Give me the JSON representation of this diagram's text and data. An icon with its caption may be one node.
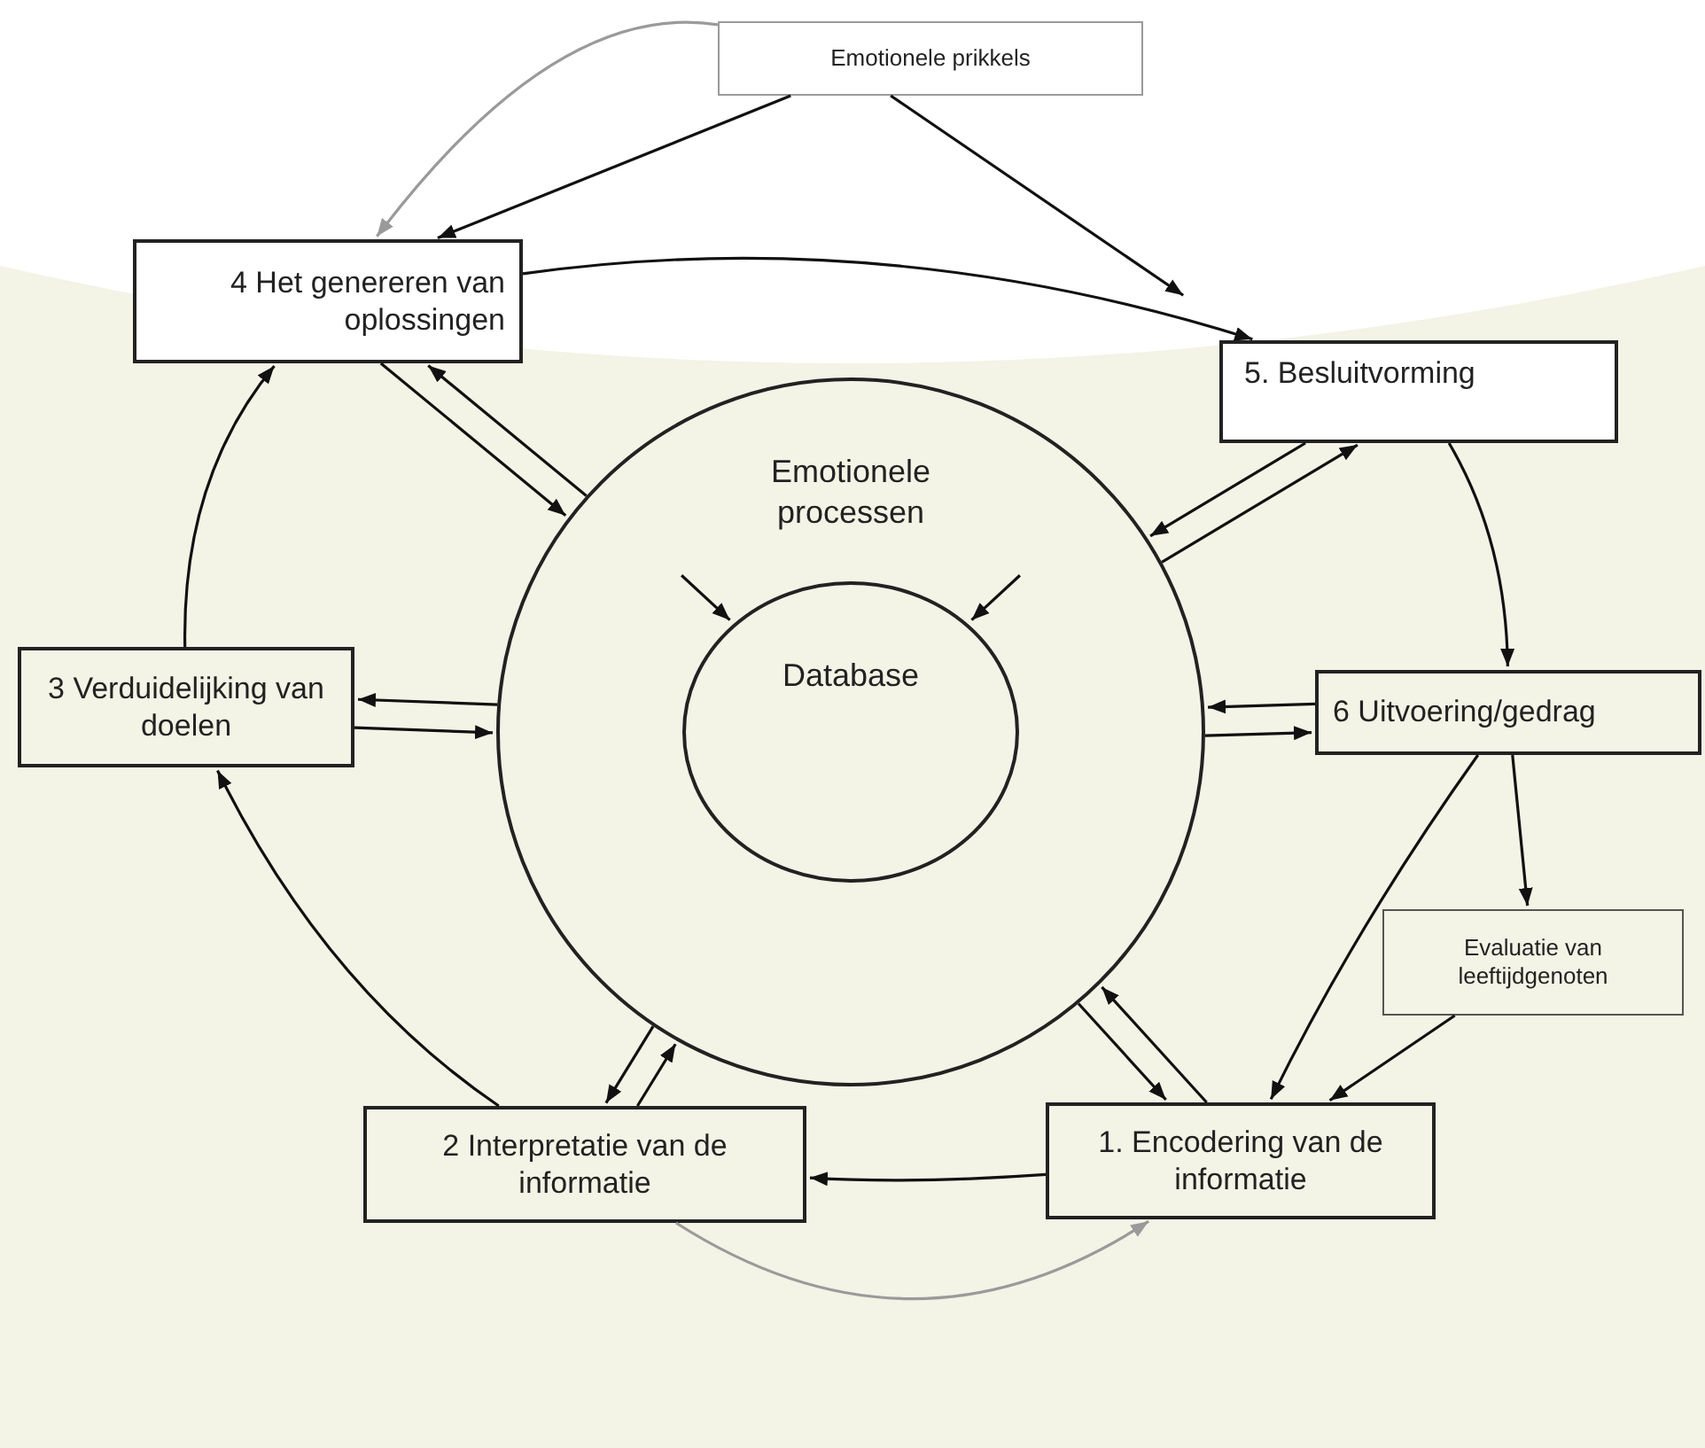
{
  "diagram": {
    "nodes": [
      {
        "text": [
          "Emotionele prikkels"
        ]
      },
      {
        "text": [
          "4 Het genereren van oplossingen"
        ]
      },
      {
        "text": [
          "5. Besluitvorming"
        ]
      },
      {
        "text": [
          "Emotionele processen"
        ]
      },
      {
        "text": [
          "Database"
        ],
        "in": 3
      },
      {
        "text": [
          "6 Uitvoering/gedrag"
        ]
      },
      {
        "text": [
          "3 Verduidelijking van doelen"
        ]
      },
      {
        "text": [
          "Evaluatie van leeftijdgenoten"
        ]
      },
      {
        "text": [
          "1. Encodering van de informatie"
        ]
      },
      {
        "text": [
          "2 Interpretatie van de informatie"
        ]
      }
    ],
    "edges": [
      {
        "from": 0,
        "to": 1,
        "arrow": "to",
        "color": "#9a9a9a"
      },
      {
        "from": 0,
        "to": 1,
        "arrow": "to"
      },
      {
        "from": 0,
        "to": 2,
        "arrow": "to"
      },
      {
        "from": 1,
        "to": 2,
        "arrow": "to"
      },
      {
        "from": 2,
        "to": 5,
        "arrow": "to"
      },
      {
        "from": 5,
        "to": 8,
        "arrow": "to"
      },
      {
        "from": 5,
        "to": 7,
        "arrow": "to"
      },
      {
        "from": 7,
        "to": 8,
        "arrow": "to"
      },
      {
        "from": 8,
        "to": 9,
        "arrow": "to"
      },
      {
        "from": 9,
        "to": 6,
        "arrow": "to"
      },
      {
        "from": 6,
        "to": 1,
        "arrow": "to"
      },
      {
        "from": 9,
        "to": 8,
        "arrow": "to",
        "color": "#9a9a9a"
      },
      {
        "from": 1,
        "to": 3,
        "arrow": "to"
      },
      {
        "from": 3,
        "to": 1,
        "arrow": "to"
      },
      {
        "from": 2,
        "to": 3,
        "arrow": "to"
      },
      {
        "from": 3,
        "to": 2,
        "arrow": "to"
      },
      {
        "from": 5,
        "to": 3,
        "arrow": "to"
      },
      {
        "from": 3,
        "to": 5,
        "arrow": "to"
      },
      {
        "from": 8,
        "to": 3,
        "arrow": "to"
      },
      {
        "from": 3,
        "to": 8,
        "arrow": "to"
      },
      {
        "from": 9,
        "to": 3,
        "arrow": "to"
      },
      {
        "from": 3,
        "to": 9,
        "arrow": "to"
      },
      {
        "from": 6,
        "to": 3,
        "arrow": "to"
      },
      {
        "from": 3,
        "to": 6,
        "arrow": "to"
      },
      {
        "from": null,
        "to": 4,
        "arrow": "to"
      },
      {
        "from": null,
        "to": 4,
        "arrow": "to"
      }
    ]
  }
}
